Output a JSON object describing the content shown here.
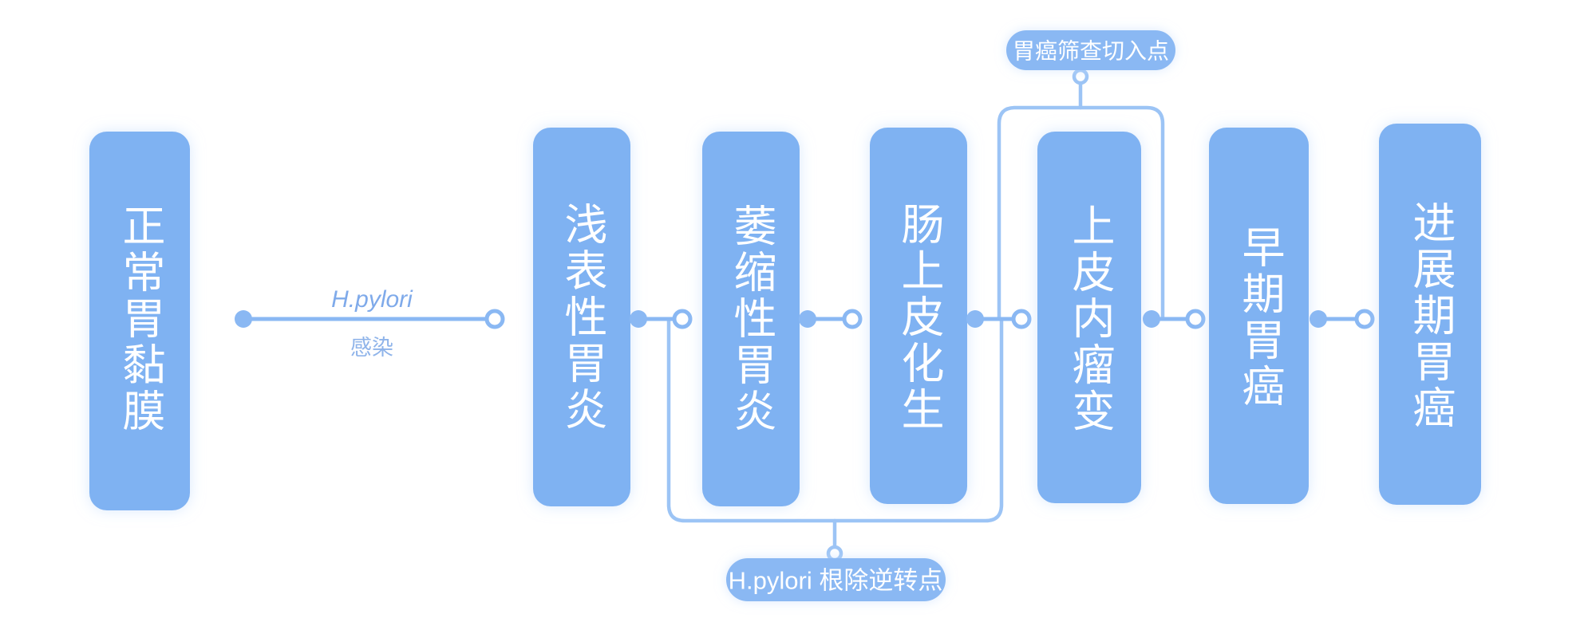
{
  "diagram": {
    "title": "gastric-carcinogenesis-cascade",
    "colors": {
      "node_fill": "#7fb2f2",
      "badge_fill": "#8ab8f3",
      "connector": "#8ab8f3",
      "bracket": "#9cc4f5",
      "node_text": "#ffffff",
      "edge_label_top": "#7faaea",
      "edge_label_bottom": "#8fb4ea",
      "background": "#ffffff"
    },
    "nodes": [
      {
        "id": "normal-mucosa",
        "label": "正常胃黏膜"
      },
      {
        "id": "superficial-gastritis",
        "label": "浅表性胃炎"
      },
      {
        "id": "atrophic-gastritis",
        "label": "萎缩性胃炎"
      },
      {
        "id": "intestinal-metaplasia",
        "label": "肠上皮化生"
      },
      {
        "id": "intraepithelial-neoplasia",
        "label": "上皮内瘤变"
      },
      {
        "id": "early-gastric-cancer",
        "label": "早期胃癌"
      },
      {
        "id": "advanced-gastric-cancer",
        "label": "进展期胃癌"
      }
    ],
    "edges": [
      {
        "id": "edge-1",
        "label_top": "H.pylori",
        "label_bottom": "感染"
      },
      {
        "id": "edge-2",
        "label_top": "",
        "label_bottom": ""
      },
      {
        "id": "edge-3",
        "label_top": "",
        "label_bottom": ""
      },
      {
        "id": "edge-4",
        "label_top": "",
        "label_bottom": ""
      },
      {
        "id": "edge-5",
        "label_top": "",
        "label_bottom": ""
      },
      {
        "id": "edge-6",
        "label_top": "",
        "label_bottom": ""
      }
    ],
    "annotations": [
      {
        "id": "screening-entry-point",
        "label": "胃癌筛查切入点",
        "position": "top"
      },
      {
        "id": "hpylori-eradication-reversal",
        "label": "H.pylori 根除逆转点",
        "position": "bottom"
      }
    ]
  }
}
